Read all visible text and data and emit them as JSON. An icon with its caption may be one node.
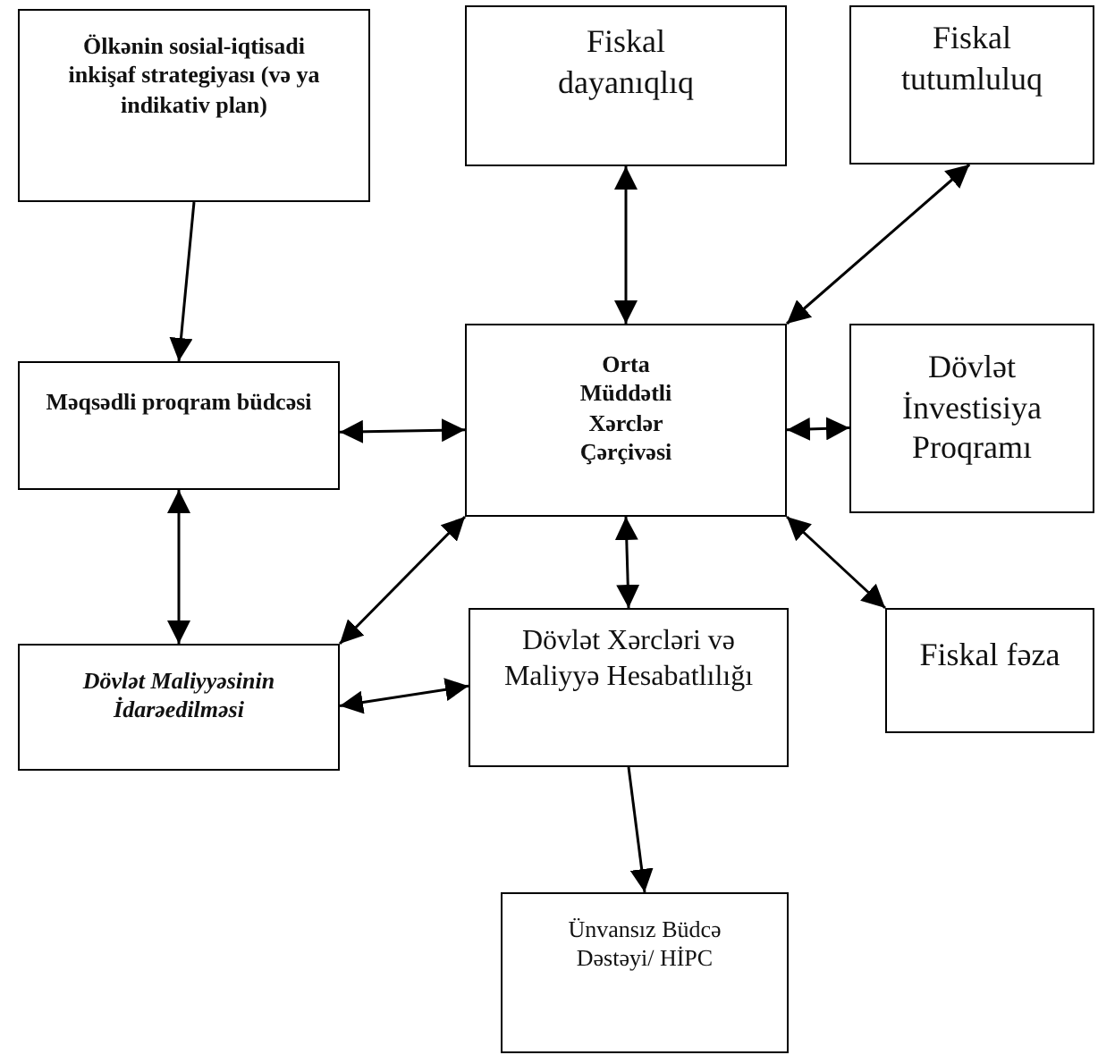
{
  "diagram": {
    "nodes": [
      {
        "text": [
          "Ölkənin sosial-iqtisadi inkişaf strategiyası (və ya indikativ plan)"
        ]
      },
      {
        "text": [
          "Fiskal dayanıqlıq"
        ]
      },
      {
        "text": [
          "Fiskal tutumluluq"
        ]
      },
      {
        "text": [
          "Məqsədli proqram büdcəsi"
        ]
      },
      {
        "text": [
          "Orta Müddətli Xərclər Çərçivəsi"
        ]
      },
      {
        "text": [
          "Dövlət İnvestisiya Proqramı"
        ]
      },
      {
        "text": [
          "Dövlət Maliyyəsinin İdarəedilməsi"
        ]
      },
      {
        "text": [
          "Dövlət Xərcləri və Maliyyə Hesabatlılığı"
        ]
      },
      {
        "text": [
          "Fiskal fəza"
        ]
      },
      {
        "text": [
          "Ünvansız Büdcə Dəstəyi/ HİPC"
        ]
      }
    ],
    "edges": [
      {
        "from": 0,
        "to": 3,
        "arrow": "to"
      },
      {
        "from": 1,
        "to": 4,
        "arrow": "both"
      },
      {
        "from": 4,
        "to": 2,
        "arrow": "both"
      },
      {
        "from": 3,
        "to": 4,
        "arrow": "both"
      },
      {
        "from": 4,
        "to": 5,
        "arrow": "both"
      },
      {
        "from": 3,
        "to": 6,
        "arrow": "both"
      },
      {
        "from": 4,
        "to": 6,
        "arrow": "both"
      },
      {
        "from": 4,
        "to": 7,
        "arrow": "both"
      },
      {
        "from": 4,
        "to": 8,
        "arrow": "both"
      },
      {
        "from": 6,
        "to": 7,
        "arrow": "both"
      },
      {
        "from": 7,
        "to": 9,
        "arrow": "to"
      }
    ]
  }
}
